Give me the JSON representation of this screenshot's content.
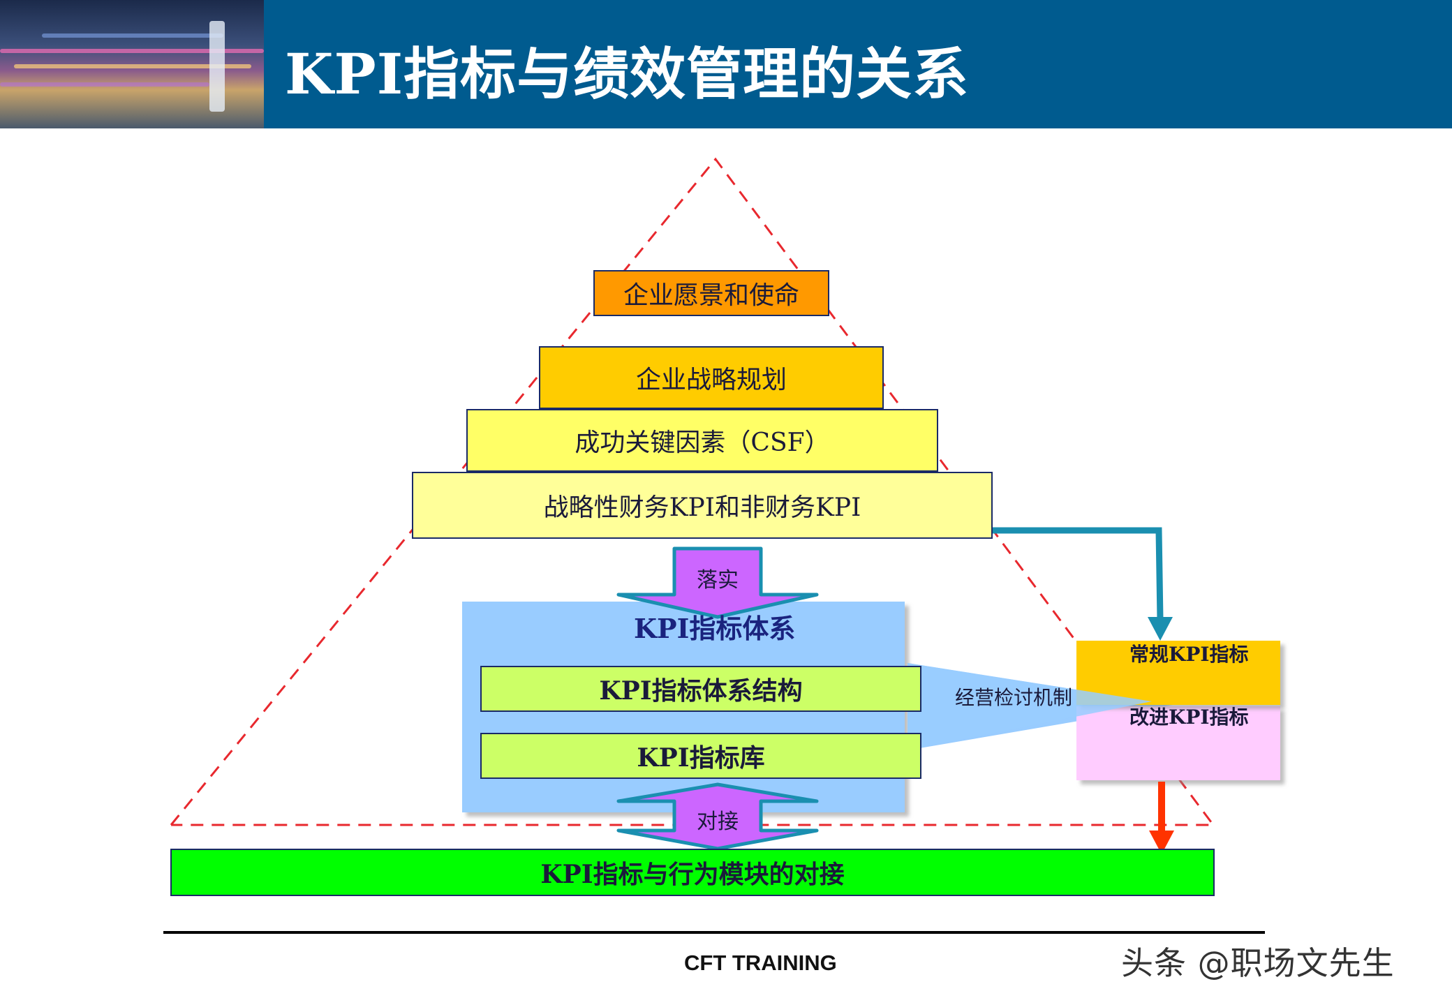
{
  "page": {
    "title": "KPI指标与绩效管理的关系",
    "footer": "CFT TRAINING",
    "watermark": "头条 @职场文先生"
  },
  "diagram": {
    "pyramid": [
      {
        "label": "企业愿景和使命",
        "color": "#ff9900"
      },
      {
        "label": "企业战略规划",
        "color": "#ffcc00"
      },
      {
        "label": "成功关键因素（CSF）",
        "color": "#ffff66"
      },
      {
        "label": "战略性财务KPI和非财务KPI",
        "color": "#ffff99"
      }
    ],
    "arrow_down_label": "落实",
    "kpi_system": {
      "title": "KPI指标体系",
      "structure": "KPI指标体系结构",
      "library": "KPI指标库",
      "color": "#99ccff",
      "item_color": "#ccff66"
    },
    "review_label": "经营检讨机制",
    "right_boxes": {
      "regular": "常规KPI指标",
      "improve": "改进KPI指标",
      "regular_color": "#ffcc00",
      "improve_color": "#ffccff"
    },
    "arrow_both_label": "对接",
    "bottom_bar": {
      "label": "KPI指标与行为模块的对接",
      "color": "#00ff00"
    },
    "arrow_purple": "#cc66ff",
    "arrow_teal": "#1a8fb0",
    "arrow_red": "#ff3300",
    "dashed_color": "#e8282e"
  }
}
